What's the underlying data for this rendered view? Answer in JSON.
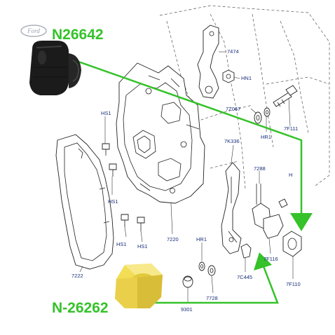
{
  "brand": {
    "text": "Ford",
    "color": "#9aa3ad"
  },
  "callouts": {
    "top_part_number": "N26642",
    "bottom_part_number": "N-26262",
    "color": "#35c22a"
  },
  "photos": {
    "top": {
      "description_icon": "black-rubber-bump-stop",
      "color": "#1b1b1b"
    },
    "bottom": {
      "description_icon": "yellow-plastic-bushing",
      "color": "#f2dd55"
    }
  },
  "part_labels": {
    "p7474": "7474",
    "hn1": "HN1",
    "p7z067": "7Z067",
    "hr1_top": "HR1",
    "p7f111": "7F111",
    "hs1_a": "HS1",
    "hs1_b": "HS1",
    "hs1_c": "HS1",
    "hs1_d": "HS1",
    "p7k336": "7K336",
    "p7288": "7288",
    "h_partial": "H",
    "p7220": "7220",
    "hr1_mid": "HR1",
    "p7f116": "7F116",
    "p7c445": "7C445",
    "p7f110": "7F110",
    "p7728": "7728",
    "p7222": "7222",
    "p9301": "9301"
  }
}
